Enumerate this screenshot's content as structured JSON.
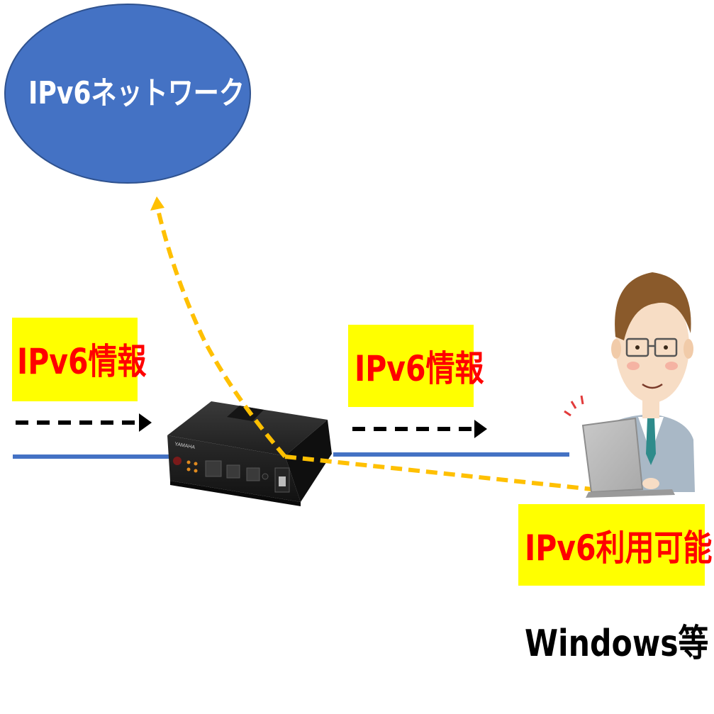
{
  "network": {
    "label": "IPv6ネットワーク",
    "fill": "#4472c4"
  },
  "info_left": {
    "label": "IPv6情報"
  },
  "info_mid": {
    "label": "IPv6情報"
  },
  "client": {
    "status_label": "IPv6利用可能",
    "os_label": "Windows等"
  },
  "colors": {
    "highlight": "#ffff00",
    "label_text": "#ff0000",
    "link_line": "#4472c4",
    "flow_dashed": "#ffc000",
    "arrow": "#000000"
  },
  "device": {
    "brand_mark": "YAMAHA"
  },
  "icons": [
    "router-device",
    "person-at-laptop-icon",
    "arrowhead-icon"
  ]
}
